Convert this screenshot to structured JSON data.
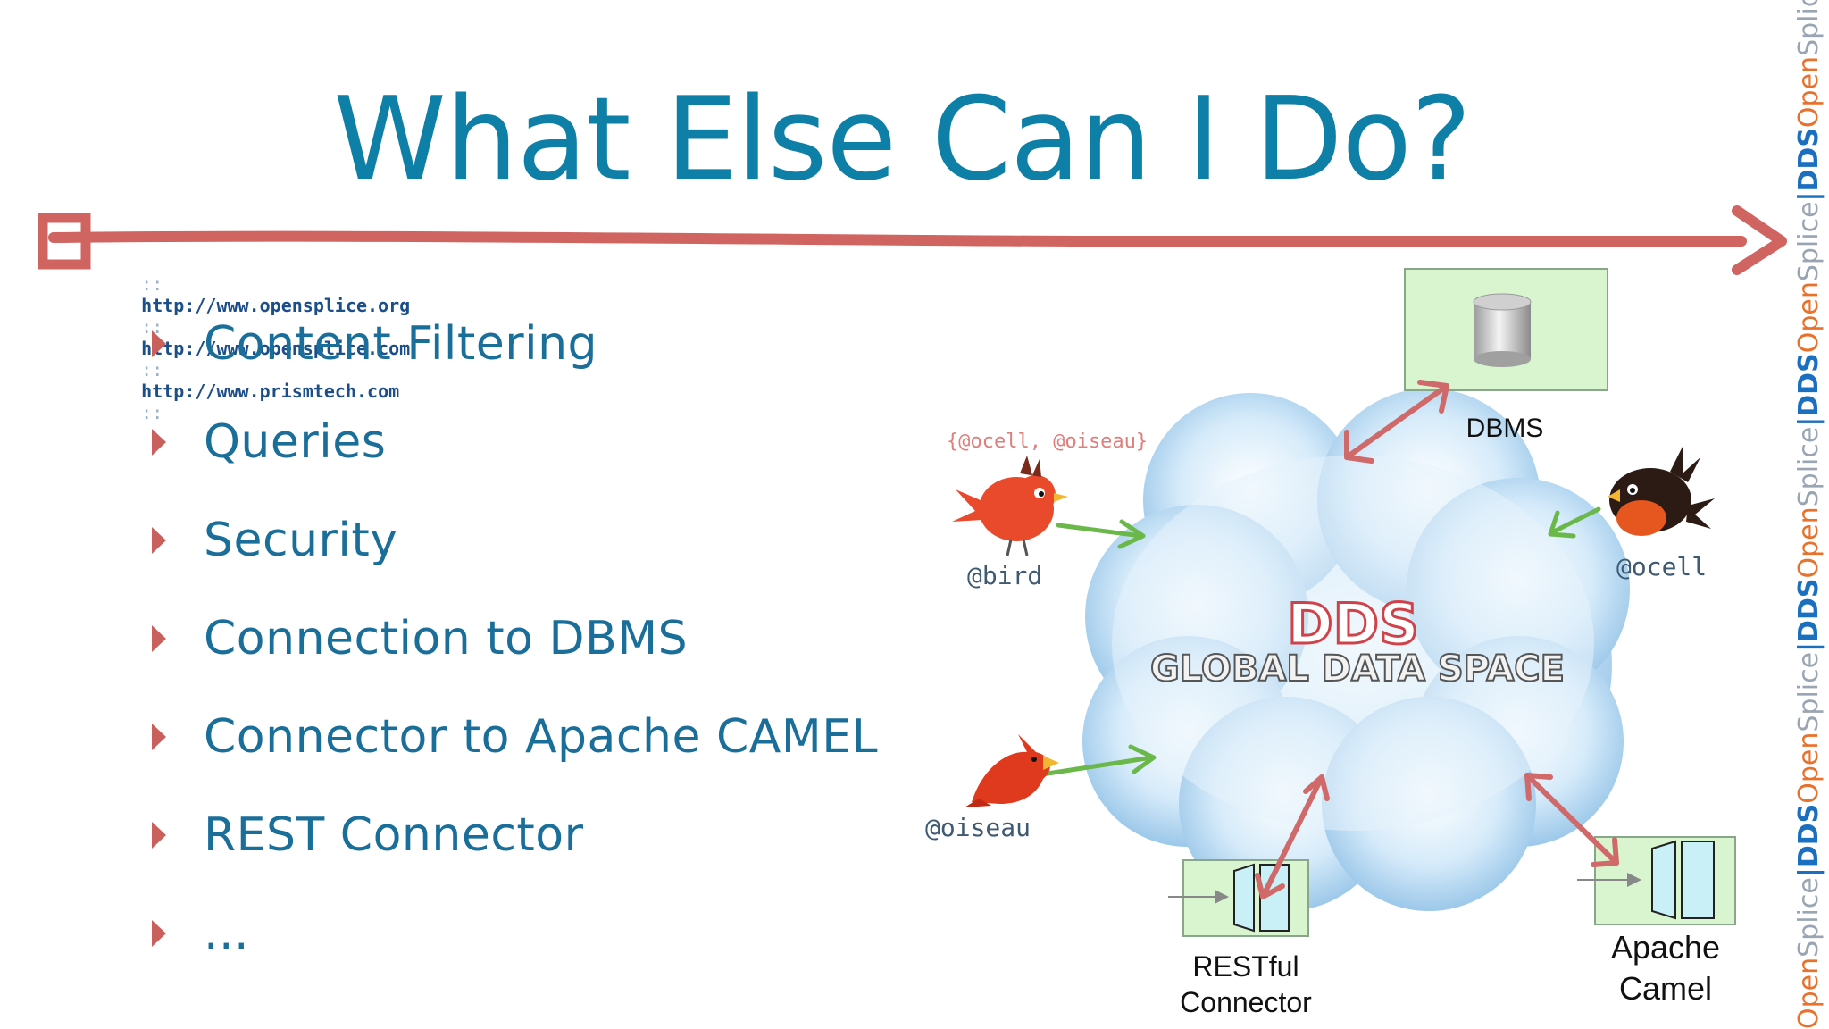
{
  "slide": {
    "title": "What Else Can I Do?",
    "urls": [
      "http://www.opensplice.org",
      "http://www.opensplice.com",
      "http://www.prismtech.com"
    ],
    "url_separator": "::",
    "bullets": [
      "Content Filtering",
      "Queries",
      "Security",
      "Connection to DBMS",
      "Connector to Apache CAMEL",
      "REST Connector",
      "..."
    ]
  },
  "diagram": {
    "cloud_title": "DDS",
    "cloud_subtitle": "GLOBAL DATA SPACE",
    "dbms_label": "DBMS",
    "topics_label": "{@ocell, @oiseau}",
    "handles": {
      "bird": "@bird",
      "ocell": "@ocell",
      "oiseau": "@oiseau"
    },
    "restful_label_line1": "RESTful",
    "restful_label_line2": "Connector",
    "camel_label_line1": "Apache",
    "camel_label_line2": "Camel"
  },
  "brand": {
    "repeat_text": [
      "Open",
      "Splice",
      "|DDS"
    ],
    "colors": {
      "open": "#e8712b",
      "splice": "#9aa5b4",
      "dds": "#1b6fc0"
    }
  },
  "colors": {
    "title": "#0e7fa6",
    "bullet_text": "#1a6e9a",
    "accent_red": "#cf6460",
    "arrow_green": "#6bb84a",
    "box_green": "#d8f5d0"
  }
}
